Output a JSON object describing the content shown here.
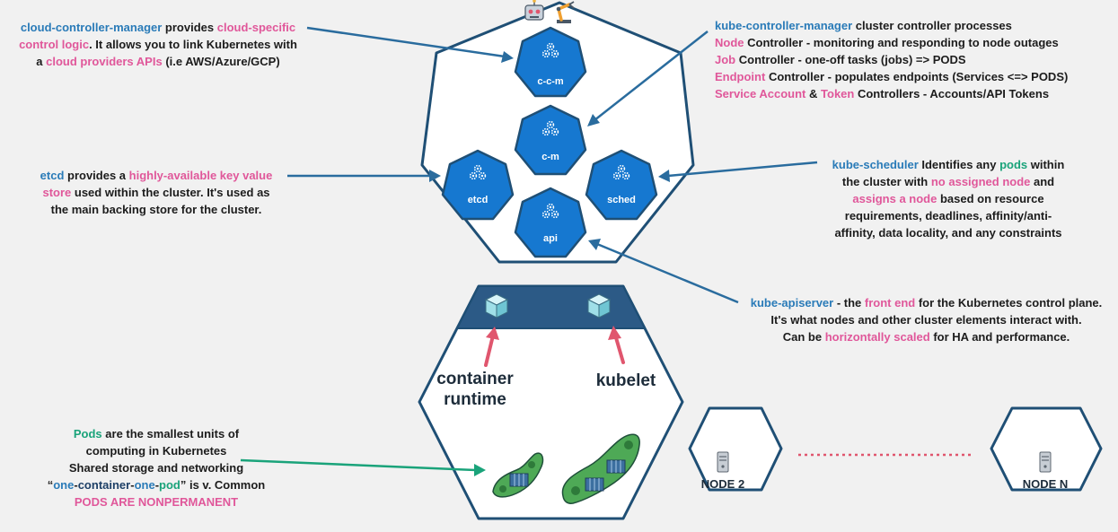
{
  "colors": {
    "component_fill": "#1678d0",
    "outline": "#1f4f75",
    "arrow_blue": "#2a6c9e",
    "arrow_red": "#e0566e",
    "arrow_green": "#1aa37a",
    "pod_green": "#4ea956",
    "node_bar": "#2c5a86",
    "accent_pink": "#e0579a",
    "accent_blue": "#2a7bb8"
  },
  "icons": {
    "top_icons": [
      "robot-icon",
      "robotic-arm-icon"
    ],
    "gears": "gear-cluster-icon",
    "container": "container-cube-icon",
    "server": "server-icon"
  },
  "components": {
    "ccm": "c-c-m",
    "cm": "c-m",
    "etcd": "etcd",
    "sched": "sched",
    "api": "api"
  },
  "worker": {
    "container_runtime_line1": "container",
    "container_runtime_line2": "runtime",
    "kubelet": "kubelet",
    "node2": "NODE 2",
    "nodeN": "NODE N"
  },
  "notes": {
    "ccm": {
      "l1_a": "cloud-controller-manager",
      "l1_b": " provides ",
      "l1_c": "cloud-specific",
      "l2_a": "control logic",
      "l2_b": ". It allows you to link Kubernetes with",
      "l3_a": "a ",
      "l3_b": "cloud providers APIs",
      "l3_c": " (i.e AWS/Azure/GCP)"
    },
    "kcm": {
      "l1_a": "kube-controller-manager",
      "l1_b": " cluster controller processes",
      "l2_a": "Node",
      "l2_b": " Controller - monitoring and responding to node outages",
      "l3_a": "Job",
      "l3_b": " Controller - one-off tasks (jobs) => PODS",
      "l4_a": "Endpoint",
      "l4_b": " Controller - populates endpoints (Services <=> PODS)",
      "l5_a": "Service Account",
      "l5_b": " & ",
      "l5_c": "Token",
      "l5_d": " Controllers - Accounts/API Tokens"
    },
    "etcd": {
      "l1_a": "etcd",
      "l1_b": " provides a ",
      "l1_c": "highly-available key value",
      "l2_a": "store",
      "l2_b": " used within the cluster. It's used as",
      "l3": "the main backing store for the cluster."
    },
    "sched": {
      "l1_a": "kube-scheduler",
      "l1_b": " Identifies any ",
      "l1_c": "pods",
      "l1_d": " within",
      "l2_a": "the cluster with ",
      "l2_b": "no assigned node",
      "l2_c": " and",
      "l3_a": "assigns a node",
      "l3_b": " based on resource",
      "l4": "requirements, deadlines, affinity/anti-",
      "l5": "affinity, data locality, and any constraints"
    },
    "api": {
      "l1_a": "kube-apiserver",
      "l1_b": " - the ",
      "l1_c": "front end",
      "l1_d": " for the Kubernetes control plane.",
      "l2": "It's what nodes and other cluster elements interact with.",
      "l3_a": "Can be ",
      "l3_b": "horizontally scaled",
      "l3_c": " for HA and performance."
    },
    "pods": {
      "l1_a": "Pods",
      "l1_b": " are the smallest units of",
      "l2": "computing in Kubernetes",
      "l3": "Shared storage and networking",
      "l4_a": "“",
      "l4_b": "one",
      "l4_c": "-",
      "l4_d": "container",
      "l4_e": "-",
      "l4_f": "one",
      "l4_g": "-",
      "l4_h": "pod",
      "l4_i": "” is v. Common",
      "l5": "PODS ARE NONPERMANENT"
    }
  }
}
